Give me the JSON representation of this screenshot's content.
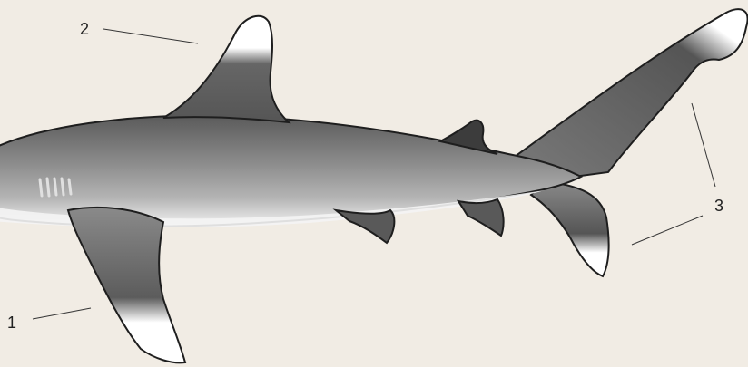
{
  "callouts": [
    {
      "id": "1",
      "text": "1",
      "refers_to": "pectoral-fin"
    },
    {
      "id": "2",
      "text": "2",
      "refers_to": "dorsal-fin"
    },
    {
      "id": "3",
      "text": "3",
      "refers_to": "caudal-fin"
    }
  ],
  "colors": {
    "background": "#f1ece4",
    "body_dark": "#4a4a4a",
    "body_mid": "#8c8c8c",
    "belly": "#e9e9e9",
    "fin_tip_white": "#ffffff",
    "outline": "#1e1e1e"
  }
}
